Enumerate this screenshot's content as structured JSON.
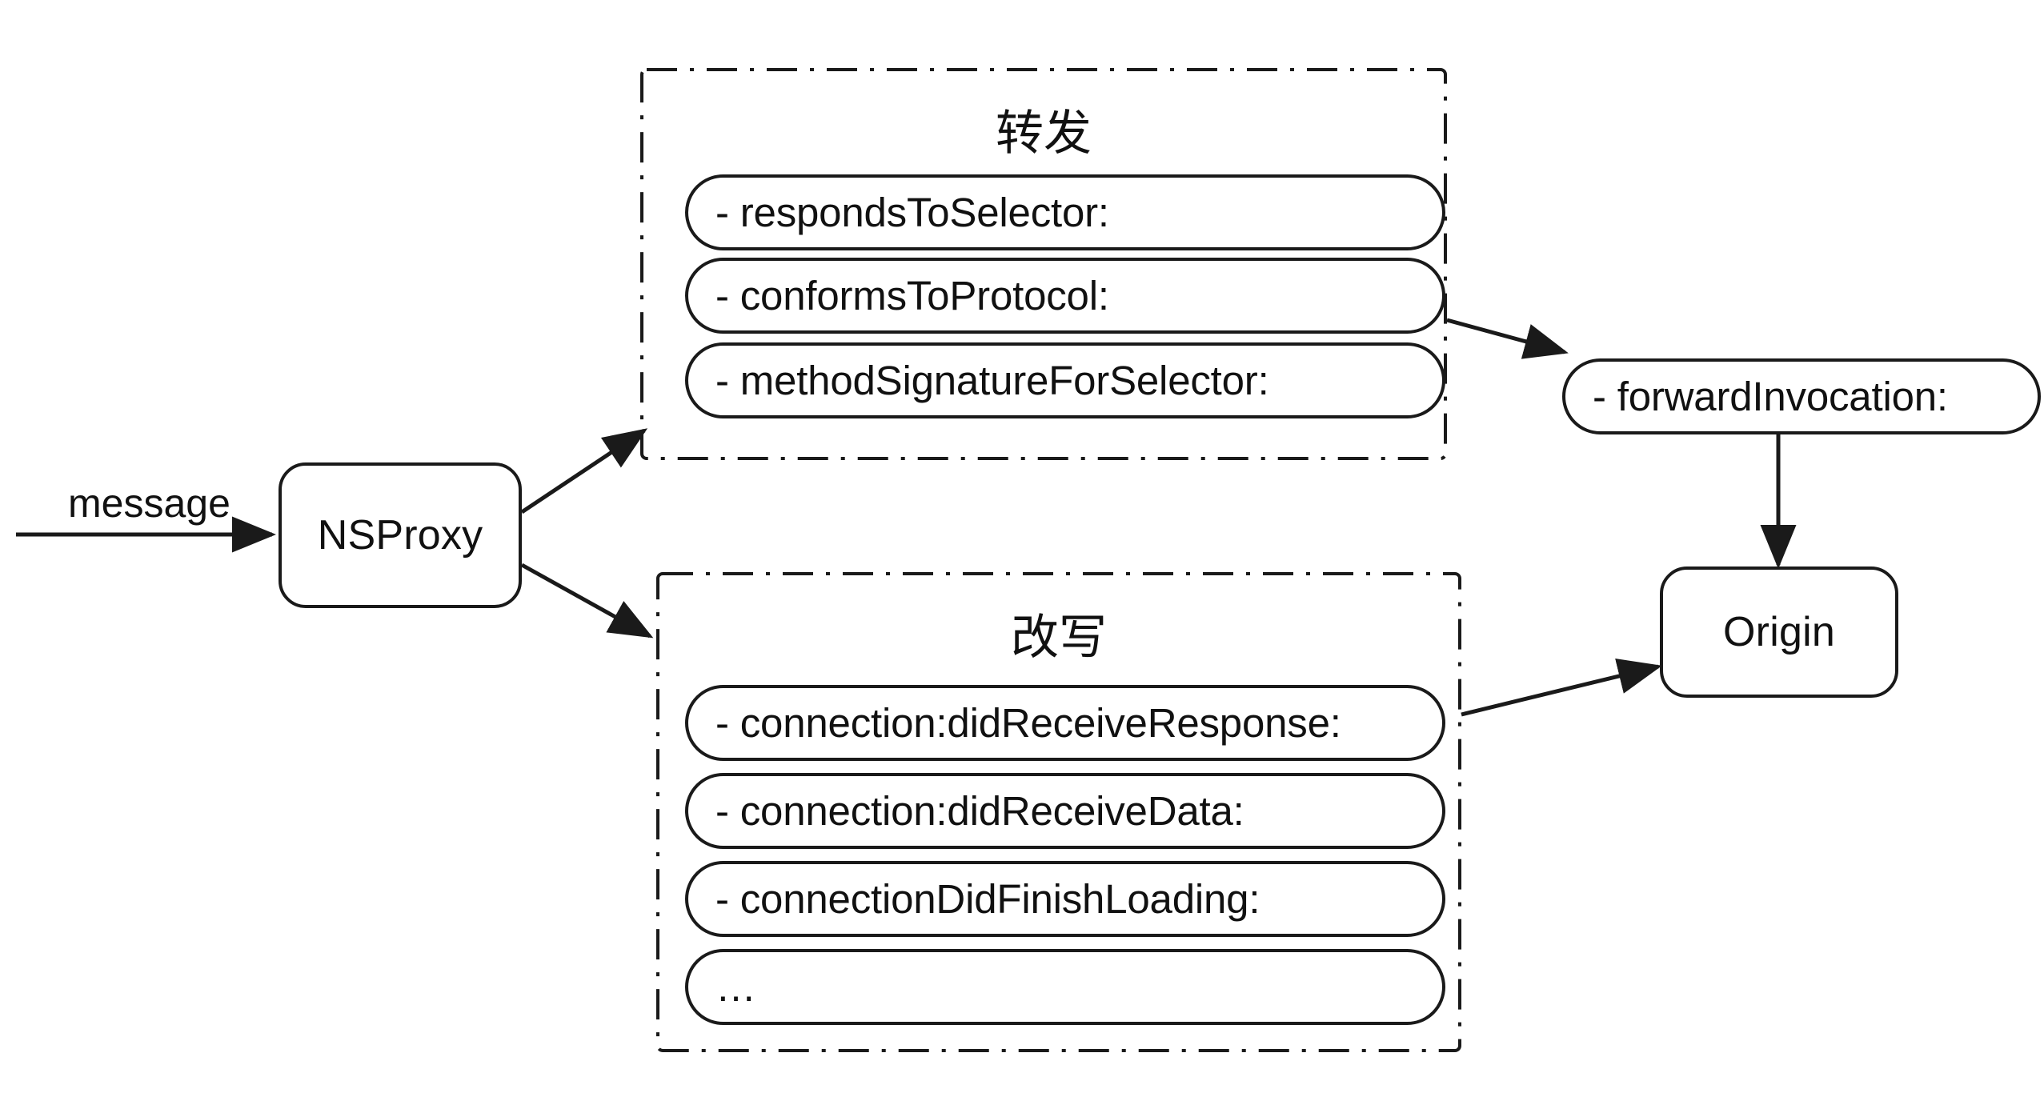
{
  "diagram": {
    "title_semantic": "NSProxy message forwarding and rewriting diagram",
    "colors": {
      "stroke": "#1a1a1a",
      "text": "#111111",
      "background": "#ffffff"
    },
    "entry": {
      "label": "message"
    },
    "proxy_node": {
      "label": "NSProxy"
    },
    "origin_node": {
      "label": "Origin"
    },
    "forward_invocation": {
      "label": "- forwardInvocation:"
    },
    "groups": [
      {
        "id": "forward-group",
        "title": "转发",
        "methods": [
          {
            "label": "- respondsToSelector:"
          },
          {
            "label": "- conformsToProtocol:"
          },
          {
            "label": "- methodSignatureForSelector:"
          }
        ]
      },
      {
        "id": "rewrite-group",
        "title": "改写",
        "methods": [
          {
            "label": "- connection:didReceiveResponse:"
          },
          {
            "label": "- connection:didReceiveData:"
          },
          {
            "label": "- connectionDidFinishLoading:"
          },
          {
            "label": "…"
          }
        ]
      }
    ]
  }
}
